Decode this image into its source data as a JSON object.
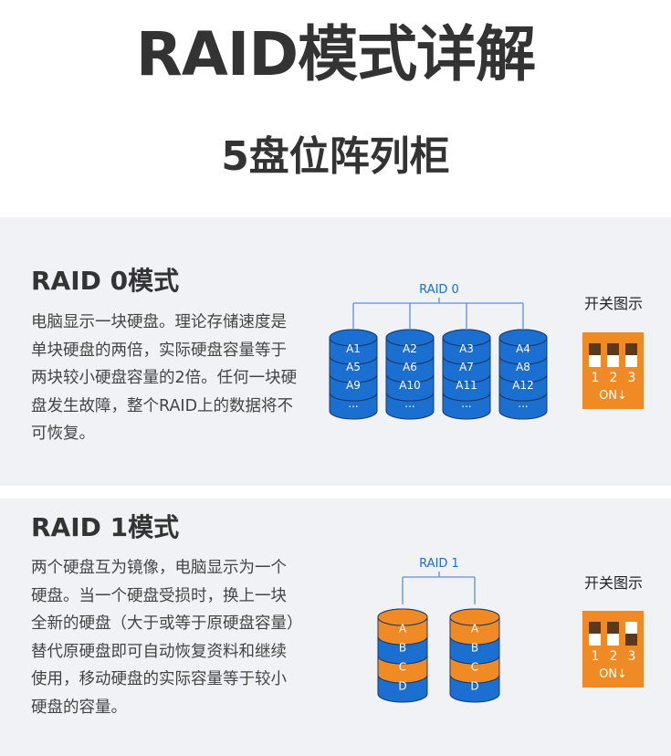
{
  "header": {
    "title": "RAID模式详解",
    "subtitle": "5盘位阵列柜"
  },
  "raid0": {
    "title": "RAID 0模式",
    "description": "电脑显示一块硬盘。理论存储速度是单块硬盘的两倍，实际硬盘容量等于两块较小硬盘容量的2倍。任何一块硬盘发生故障，整个RAID上的数据将不可恢复。",
    "diagram_label": "RAID 0",
    "disks": [
      [
        "A1",
        "A5",
        "A9",
        "..."
      ],
      [
        "A2",
        "A6",
        "A10",
        "..."
      ],
      [
        "A3",
        "A7",
        "A11",
        "..."
      ],
      [
        "A4",
        "A8",
        "A12",
        "..."
      ]
    ],
    "disk_color": "#1a6fd0",
    "switch": {
      "label": "开关图示",
      "positions": [
        "1",
        "2",
        "3"
      ],
      "on_label": "ON↓",
      "states": [
        "down",
        "down",
        "down"
      ]
    }
  },
  "raid1": {
    "title": "RAID 1模式",
    "description": "两个硬盘互为镜像，电脑显示为一个硬盘。当一个硬盘受损时，换上一块全新的硬盘（大于或等于原硬盘容量）替代原硬盘即可自动恢复资料和继续使用，移动硬盘的实际容量等于较小硬盘的容量。",
    "diagram_label": "RAID 1",
    "disks": [
      [
        "A",
        "B",
        "C",
        "D"
      ],
      [
        "A",
        "B",
        "C",
        "D"
      ]
    ],
    "disk_colors": {
      "orange": "#f08a24",
      "blue": "#1a6fd0"
    },
    "switch": {
      "label": "开关图示",
      "positions": [
        "1",
        "2",
        "3"
      ],
      "on_label": "ON↓",
      "states": [
        "down",
        "down",
        "up"
      ]
    }
  },
  "colors": {
    "accent_blue": "#1a6fd0",
    "accent_orange": "#f08a24",
    "line_blue": "#5b8fd6",
    "section_bg": "#f0f2f6"
  }
}
